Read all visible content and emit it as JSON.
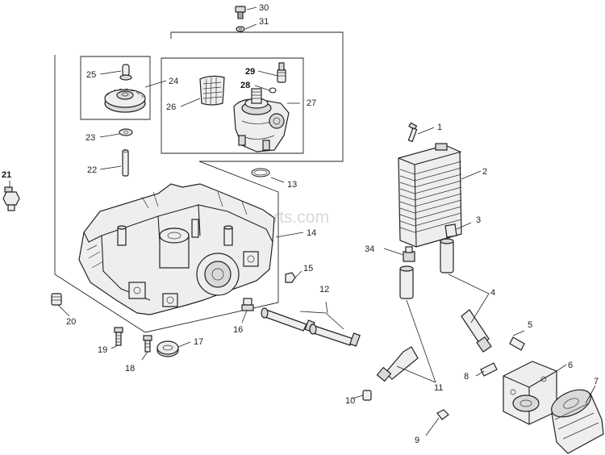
{
  "watermark": "eReplacementParts.com",
  "callouts": {
    "c1": "1",
    "c2": "2",
    "c3": "3",
    "c4": "4",
    "c5": "5",
    "c6": "6",
    "c7": "7",
    "c8": "8",
    "c9": "9",
    "c10": "10",
    "c11": "11",
    "c12": "12",
    "c13": "13",
    "c14": "14",
    "c15": "15",
    "c16": "16",
    "c17": "17",
    "c18": "18",
    "c19": "19",
    "c20": "20",
    "c21": "21",
    "c22": "22",
    "c23": "23",
    "c24": "24",
    "c25": "25",
    "c26": "26",
    "c27": "27",
    "c28": "28",
    "c29": "29",
    "c30": "30",
    "c31": "31",
    "c34": "34"
  }
}
